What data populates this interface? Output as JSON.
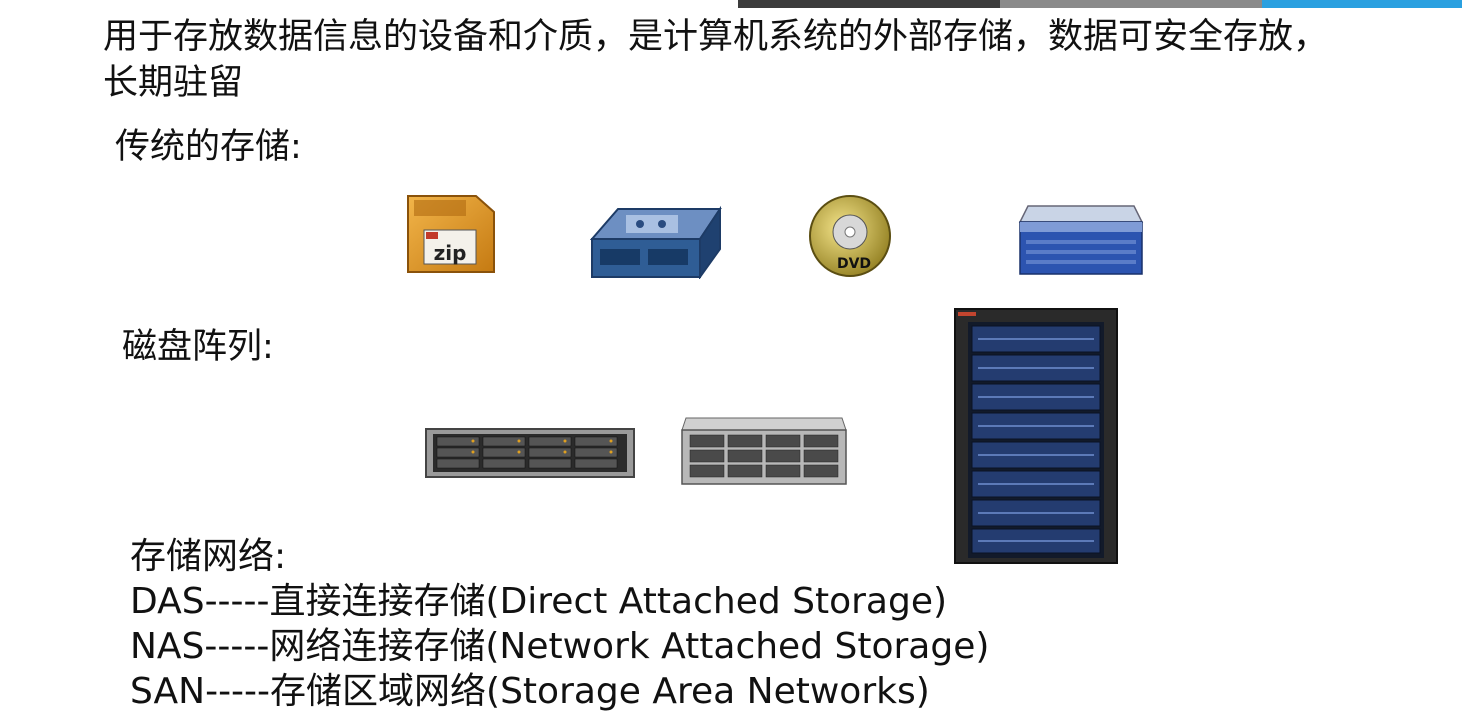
{
  "slide": {
    "intro_line1": "用于存放数据信息的设备和介质，是计算机系统的外部存储，数据可安全存放，",
    "intro_line2": "长期驻留",
    "traditional_heading": "传统的存储:",
    "disk_array_heading": "磁盘阵列:",
    "storage_network_heading": "存储网络:",
    "networks": [
      "DAS-----直接连接存储(Direct Attached Storage)",
      "NAS-----网络连接存储(Network Attached Storage)",
      "SAN-----存储区域网络(Storage Area Networks)"
    ]
  },
  "icons": {
    "zip_label": "zip",
    "dvd_label": "DVD"
  },
  "colors": {
    "zip_orange": "#e39b2a",
    "device_blue": "#2f5d95",
    "dvd_gold": "#c9b040",
    "rack_dark": "#2a2a2a",
    "accent_blue": "#2aa0e0"
  }
}
